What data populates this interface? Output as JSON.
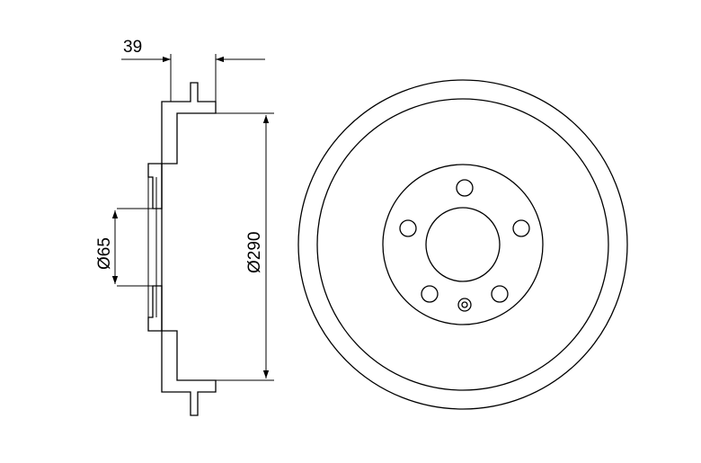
{
  "dimensions": {
    "width_label": "39",
    "outer_diameter_label": "Ø290",
    "center_bore_label": "Ø65"
  },
  "front_view": {
    "bolt_hole_count": 5,
    "center_hole_count": 1
  }
}
